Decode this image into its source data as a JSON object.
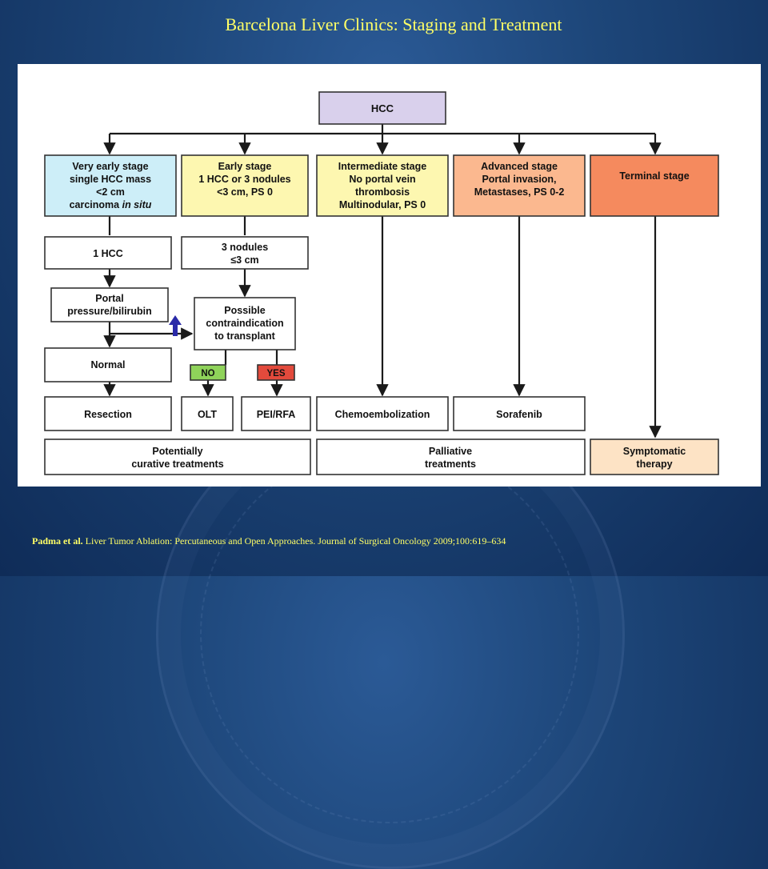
{
  "slide": {
    "title": "Barcelona Liver Clinics:  Staging and Treatment",
    "citation_author": "Padma et al.",
    "citation_text": " Liver Tumor Ablation: Percutaneous and Open Approaches. Journal of Surgical Oncology 2009;100:619–634"
  },
  "flowchart": {
    "root": "HCC",
    "stages": {
      "very_early": {
        "line1": "Very early stage",
        "line2": "single HCC mass",
        "line3": "<2 cm",
        "line4_prefix": "carcinoma ",
        "line4_italic": "in situ"
      },
      "early": {
        "line1": "Early stage",
        "line2": "1 HCC or 3 nodules",
        "line3": "<3 cm, PS 0"
      },
      "intermediate": {
        "line1": "Intermediate stage",
        "line2": "No portal vein",
        "line3": "thrombosis",
        "line4": "Multinodular, PS 0"
      },
      "advanced": {
        "line1": "Advanced stage",
        "line2": "Portal invasion,",
        "line3": "Metastases, PS 0-2"
      },
      "terminal": {
        "line1": "Terminal stage"
      }
    },
    "one_hcc": "1 HCC",
    "three_nodules": {
      "line1": "3 nodules",
      "line2": "≤3 cm"
    },
    "portal": {
      "line1": "Portal",
      "line2": "pressure/bilirubin"
    },
    "contraindication": {
      "line1": "Possible",
      "line2": "contraindication",
      "line3": "to transplant"
    },
    "no_label": "NO",
    "yes_label": "YES",
    "normal": "Normal",
    "treatments": {
      "resection": "Resection",
      "olt": "OLT",
      "pei_rfa": "PEI/RFA",
      "chemoembolization": "Chemoembolization",
      "sorafenib": "Sorafenib"
    },
    "groups": {
      "curative": {
        "line1": "Potentially",
        "line2": "curative treatments"
      },
      "palliative": {
        "line1": "Palliative",
        "line2": "treatments"
      },
      "symptomatic": {
        "line1": "Symptomatic",
        "line2": "therapy"
      }
    }
  },
  "colors": {
    "title": "#ffff66",
    "hcc_box": "#d9d0ec",
    "very_early_box": "#cdeef8",
    "early_box": "#fdf7b0",
    "intermediate_box": "#fdf7b0",
    "advanced_box": "#fbb88f",
    "terminal_box": "#f58a5e",
    "no_box": "#8fd35a",
    "yes_box": "#e34a3c",
    "symptomatic_box": "#fde3c5",
    "up_arrow": "#2a2aa8"
  },
  "icons": {
    "up_arrow": "up-arrow-icon"
  }
}
